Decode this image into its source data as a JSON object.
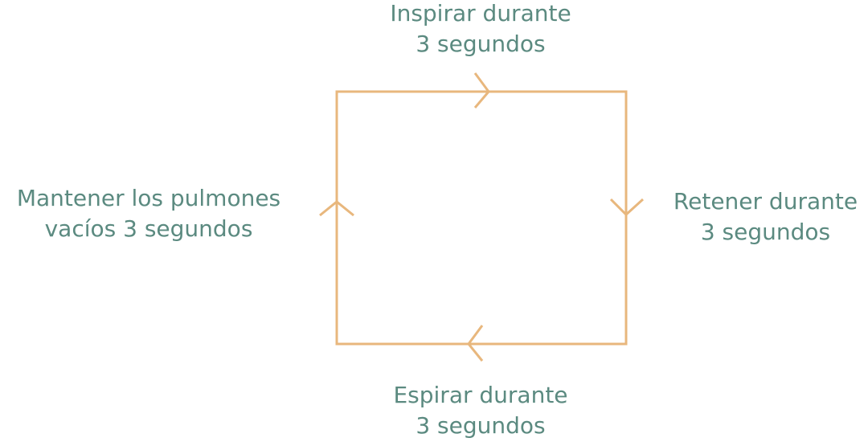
{
  "colors": {
    "stroke": "#E8B77D",
    "text": "#5B8A80"
  },
  "labels": {
    "top": [
      "Inspirar durante",
      "3 segundos"
    ],
    "right": [
      "Retener durante",
      "3 segundos"
    ],
    "bottom": [
      "Espirar durante",
      "3 segundos"
    ],
    "left": [
      "Mantener los pulmones",
      "vacíos 3 segundos"
    ]
  }
}
